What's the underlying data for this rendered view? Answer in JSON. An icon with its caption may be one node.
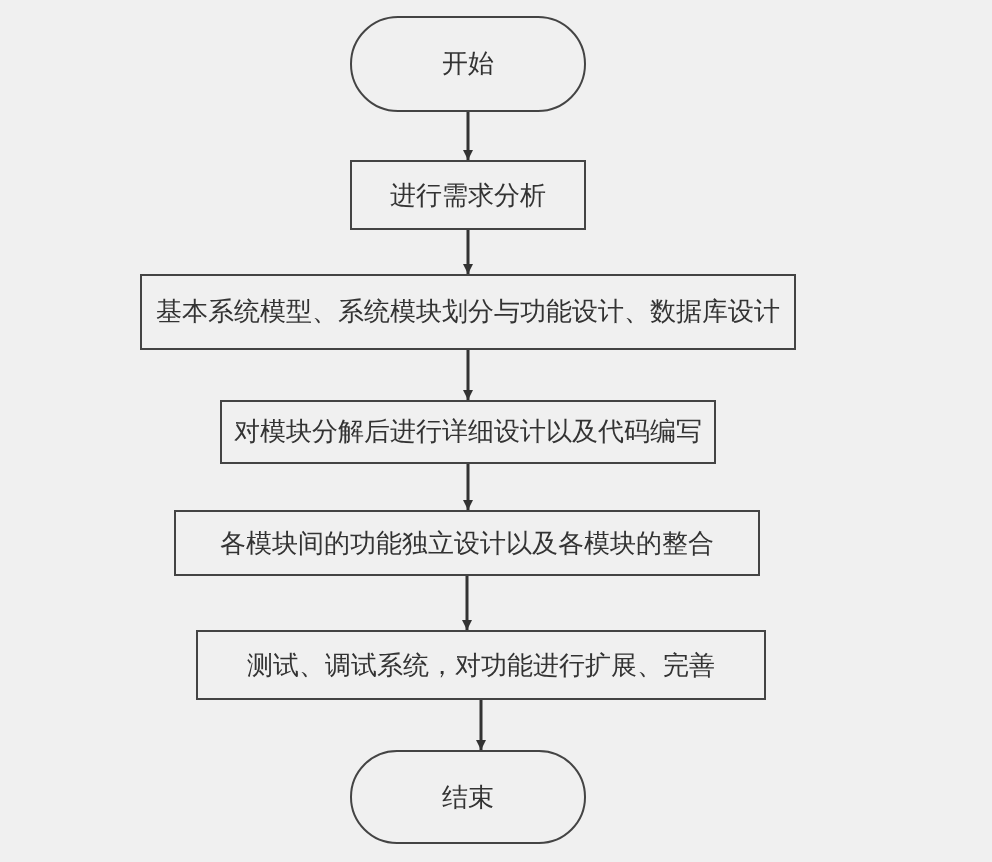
{
  "diagram": {
    "nodes": [
      {
        "text": [
          "开始"
        ]
      },
      {
        "text": [
          "进行需求分析"
        ]
      },
      {
        "text": [
          "基本系统模型、系统模块划分与功能设计、数据库设计"
        ]
      },
      {
        "text": [
          "对模块分解后进行详细设计以及代码编写"
        ]
      },
      {
        "text": [
          "各模块间的功能独立设计以及各模块的整合"
        ]
      },
      {
        "text": [
          "测试、调试系统，对功能进行扩展、完善"
        ]
      },
      {
        "text": [
          "结束"
        ]
      }
    ],
    "edges": [
      {
        "from": 0,
        "to": 1,
        "arrow": "to"
      },
      {
        "from": 1,
        "to": 2,
        "arrow": "to"
      },
      {
        "from": 2,
        "to": 3,
        "arrow": "to"
      },
      {
        "from": 3,
        "to": 4,
        "arrow": "to"
      },
      {
        "from": 4,
        "to": 5,
        "arrow": "to"
      },
      {
        "from": 5,
        "to": 6,
        "arrow": "to"
      }
    ]
  }
}
